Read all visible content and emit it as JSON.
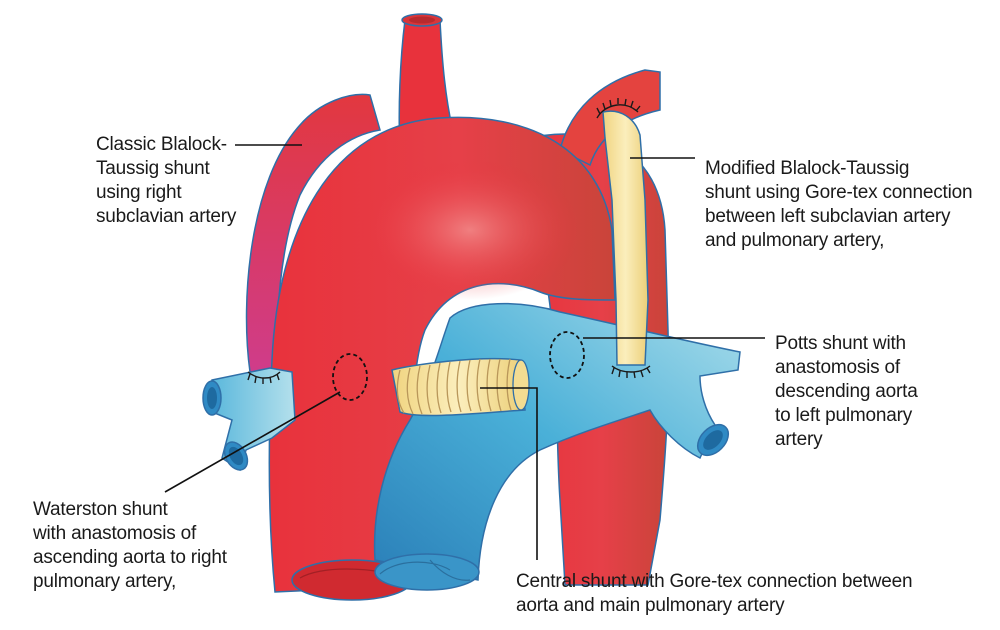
{
  "labels": {
    "classic_bt": "Classic Blalock-\nTaussig shunt\nusing right\nsubclavian artery",
    "modified_bt": "Modified Blalock-Taussig\nshunt using Gore-tex connection\nbetween left subclavian artery\nand pulmonary artery,",
    "potts": "Potts shunt with\nanastomosis of\ndescending aorta\nto left pulmonary\nartery",
    "waterston": "Waterston shunt\nwith anastomosis of\nascending aorta to right\npulmonary artery,",
    "central": "Central shunt with Gore-tex connection between\naorta and main pulmonary artery"
  },
  "colors": {
    "aorta": "#e8323c",
    "aorta_dark": "#c9282e",
    "subclavian_graft": "#d43c7a",
    "pulmonary": "#4ab0d8",
    "pulmonary_dark": "#2a7fb8",
    "goretex": "#f5e29a",
    "outline": "#2f6fa8"
  }
}
